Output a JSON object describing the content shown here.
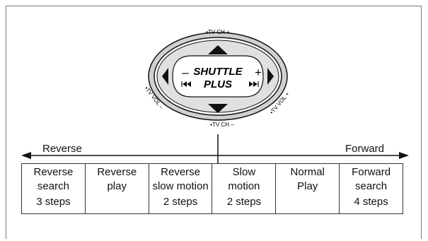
{
  "dial": {
    "center_label_1": "SHUTTLE",
    "center_label_2": "PLUS",
    "minus": "–",
    "plus": "+",
    "tv_ch_up": "•TV CH +",
    "tv_ch_down": "•TV CH –",
    "tv_vol_down": "•TV VOL –",
    "tv_vol_up": "•TV VOL +"
  },
  "direction": {
    "reverse": "Reverse",
    "forward": "Forward"
  },
  "modes": [
    {
      "line1": "Reverse",
      "line2": "search",
      "steps": "3 steps"
    },
    {
      "line1": "Reverse",
      "line2": "play",
      "steps": ""
    },
    {
      "line1": "Reverse",
      "line2": "slow motion",
      "steps": "2 steps"
    },
    {
      "line1": "Slow",
      "line2": "motion",
      "steps": "2 steps"
    },
    {
      "line1": "Normal",
      "line2": "Play",
      "steps": ""
    },
    {
      "line1": "Forward",
      "line2": "search",
      "steps": "4 steps"
    }
  ]
}
